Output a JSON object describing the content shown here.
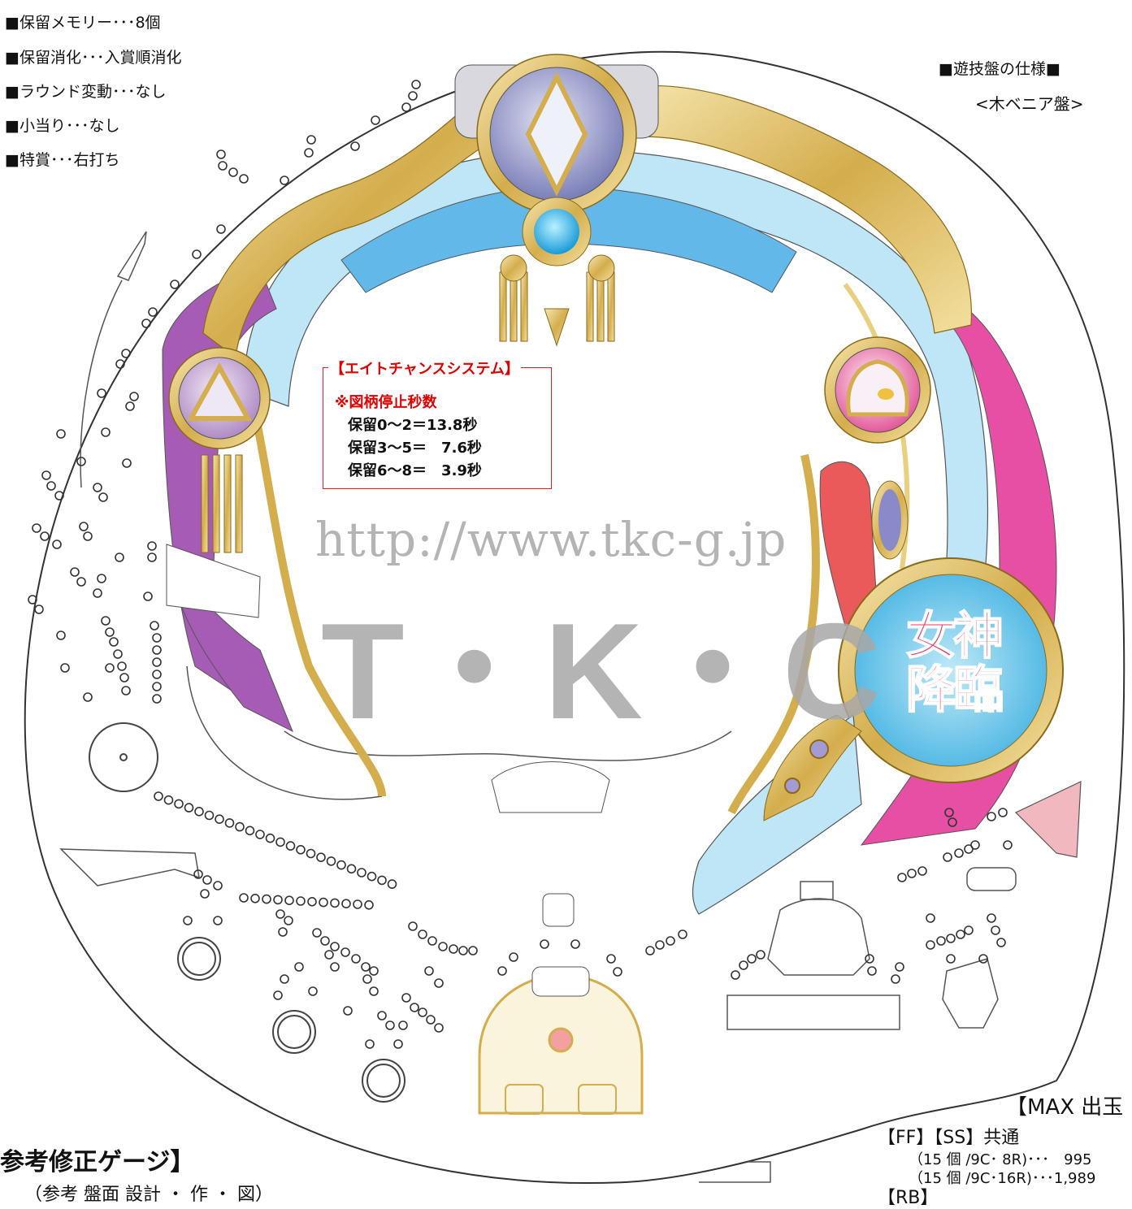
{
  "specs": [
    "■保留メモリー･･･8個",
    "■保留消化･･･入賞順消化",
    "■ラウンド変動･･･なし",
    "■小当り･･･なし",
    "■特賞･･･右打ち"
  ],
  "board": {
    "title": "■遊技盤の仕様■",
    "subtitle": "<木ベニア盤>"
  },
  "eight_chance": {
    "title": "【エイトチャンスシステム】",
    "subtitle": "※図柄停止秒数",
    "rows": [
      "保留0～2＝13.8秒",
      "保留3～5＝　7.6秒",
      "保留6～8＝　3.9秒"
    ]
  },
  "watermark": {
    "url": "http://www.tkc-g.jp",
    "brand": "T・K・C"
  },
  "logo": {
    "line1": "女神",
    "line2": "降臨"
  },
  "gauge": {
    "title": "参考修正ゲージ】",
    "subtitle": "（参考 盤面 設計 ・ 作 ・ 図）"
  },
  "max": {
    "title": "【MAX 出玉",
    "common": "【FF】【SS】共通",
    "rows": [
      "（15 個 /9C･ 8R)･･･　995",
      "（15 個 /9C･16R)･･･1,989"
    ],
    "rb": "【RB】"
  },
  "colors": {
    "gold": "#d9b84a",
    "goldLight": "#f3e3a6",
    "lightBlue": "#bfe6f7",
    "blue": "#62b8e8",
    "purple": "#a65bb5",
    "pink": "#e64fa4",
    "red": "#ea5a5a",
    "watermark": "#a8a8a8"
  }
}
